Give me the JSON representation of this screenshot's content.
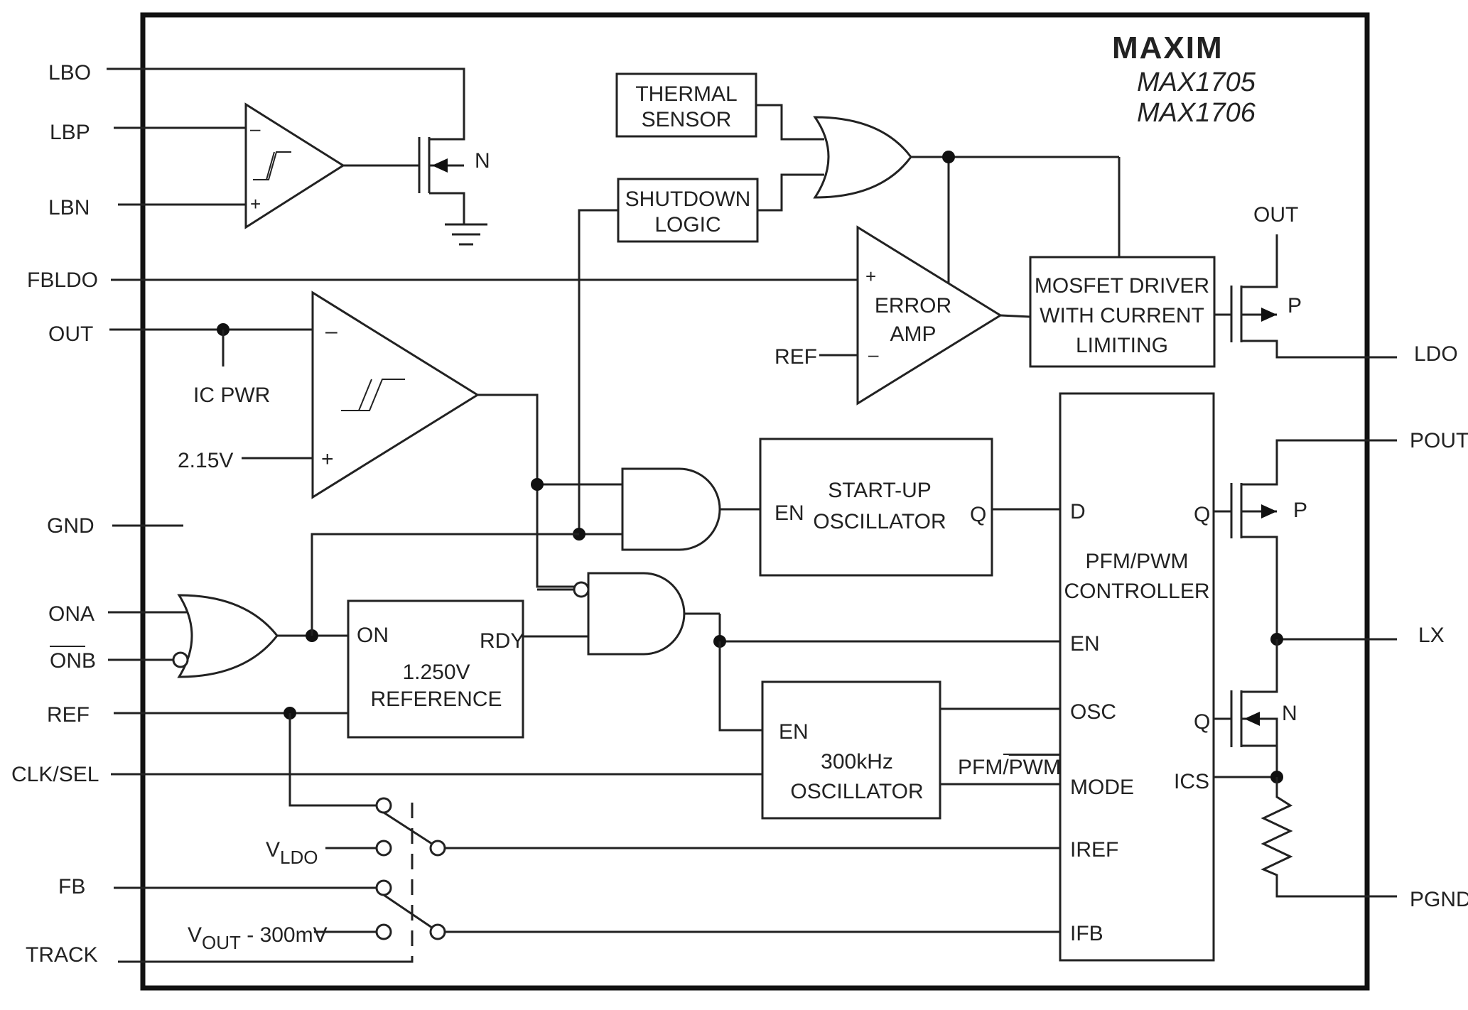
{
  "brand": {
    "logo": "MAXIM",
    "parts": [
      "MAX1705",
      "MAX1706"
    ]
  },
  "pins_left": {
    "lbo": "LBO",
    "lbp": "LBP",
    "lbn": "LBN",
    "fbldo": "FBLDO",
    "out": "OUT",
    "gnd": "GND",
    "ona": "ONA",
    "onb": "ONB",
    "ref": "REF",
    "clksel": "CLK/SEL",
    "fb": "FB",
    "track": "TRACK"
  },
  "pins_right": {
    "ldo": "LDO",
    "pout": "POUT",
    "lx": "LX",
    "pgnd": "PGND"
  },
  "blocks": {
    "thermal": [
      "THERMAL",
      "SENSOR"
    ],
    "shutdown": [
      "SHUTDOWN",
      "LOGIC"
    ],
    "error_amp": [
      "ERROR",
      "AMP"
    ],
    "mosfet_driver": [
      "MOSFET DRIVER",
      "WITH CURRENT",
      "LIMITING"
    ],
    "startup_osc": {
      "en": "EN",
      "name": [
        "START-UP",
        "OSCILLATOR"
      ],
      "q": "Q"
    },
    "reference": {
      "on": "ON",
      "rdy": "RDY",
      "name": [
        "1.250V",
        "REFERENCE"
      ]
    },
    "osc300": {
      "en": "EN",
      "name": [
        "300kHz",
        "OSCILLATOR"
      ]
    },
    "controller": {
      "name": [
        "PFM/PWM",
        "CONTROLLER"
      ],
      "ports_left": [
        "D",
        "EN",
        "OSC",
        "MODE",
        "IREF",
        "IFB"
      ],
      "ports_right": [
        "Q",
        "Q",
        "ICS"
      ]
    }
  },
  "labels": {
    "ic_pwr": "IC PWR",
    "v215": "2.15V",
    "ref_in": "REF",
    "out_top": "OUT",
    "n_lb": "N",
    "p_ldo": "P",
    "p_pout": "P",
    "n_low": "N",
    "pfm_pwm": {
      "a": "PFM/",
      "b": "PWM"
    },
    "vldo": {
      "v": "V",
      "sub": "LDO"
    },
    "vout": {
      "v": "V",
      "sub": "OUT",
      "rest": " - 300mV"
    },
    "plus": "+",
    "minus": "–"
  }
}
